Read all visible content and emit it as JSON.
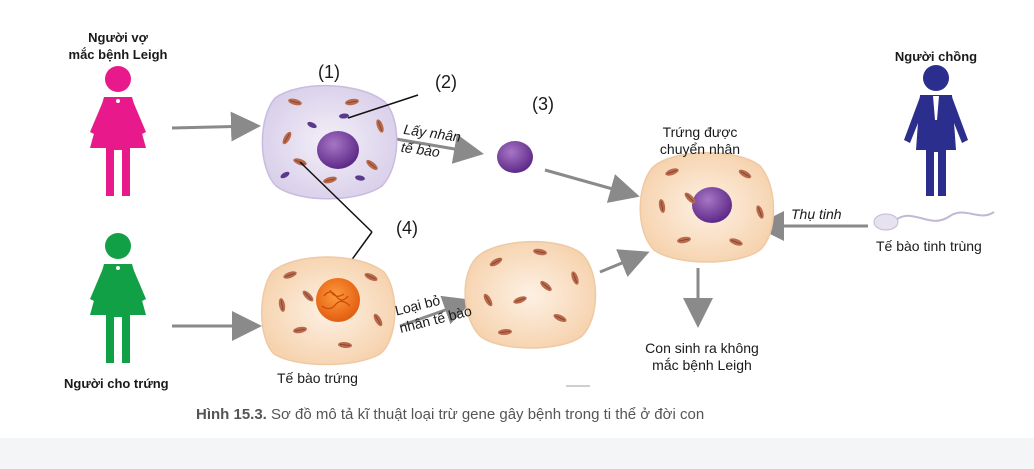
{
  "labels": {
    "wife": "Người vợ\nmắc bệnh Leigh",
    "husband": "Người chồng",
    "donor": "Người cho trứng",
    "n1": "(1)",
    "n2": "(2)",
    "n3": "(3)",
    "n4": "(4)",
    "take_nucleus": "Lấy nhân\ntế bào",
    "remove_nucleus": "Loại bỏ\nnhân tế bào",
    "egg_transferred": "Trứng được\nchuyển nhân",
    "fertilization": "Thụ tinh",
    "sperm": "Tế bào tinh trùng",
    "egg_cell": "Tế bào trứng",
    "offspring": "Con sinh ra không\nmắc bệnh Leigh"
  },
  "caption": {
    "prefix": "Hình 15.3.",
    "text": " Sơ đồ mô tả kĩ thuật loại trừ gene gây bệnh trong ti thể ở đời con"
  },
  "colors": {
    "wife": "#e8198b",
    "husband": "#2b2e8c",
    "donor": "#12a046",
    "arrow": "#8a8a8a",
    "cell_purple": "#e6e0f0",
    "cell_peach": "#fbe3c8",
    "mito": "#b46a50",
    "nucleus_purple": "#7a3fa0",
    "nucleus_orange": "#f07a20"
  }
}
